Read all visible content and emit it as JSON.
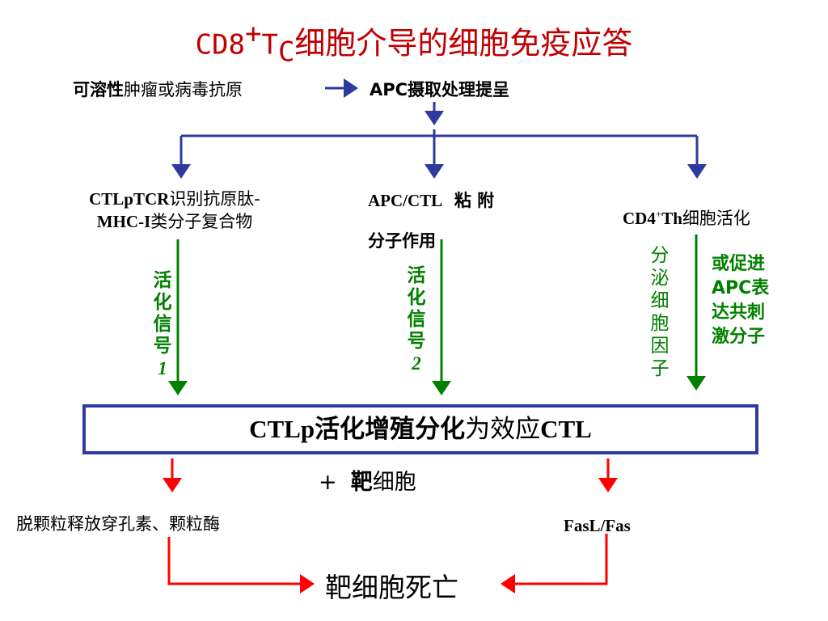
{
  "title": {
    "prefix": "CD8",
    "sup": "+",
    "t": "T",
    "sub": "C",
    "suffix": "细胞介导的细胞免疫应答"
  },
  "antigen": {
    "bold": "可溶性",
    "rest": "肿瘤或病毒抗原"
  },
  "apc_process": "APC摄取处理提呈",
  "branch_left": {
    "line1_latin": "CTLpTCR",
    "line1_cjk": "识别抗原肽-",
    "line2_latin": "MHC-I",
    "line2_cjk": "类分子复合物"
  },
  "branch_mid": {
    "line1": "APC/CTL",
    "line1_cjk": "粘 附",
    "line2": "分子作用"
  },
  "branch_right": {
    "cd4": "CD4",
    "sup": "+",
    "th": "Th",
    "cjk": "细胞活化"
  },
  "signal1": {
    "text": "活化信号",
    "num": "1"
  },
  "signal2": {
    "text": "活化信号",
    "num": "2"
  },
  "cytokine": "分泌细胞因子",
  "costim": {
    "line1": "或促进",
    "line2": "APC表",
    "line3": "达共刺",
    "line4": "激分子"
  },
  "box": {
    "latin1": "CTLp",
    "bold_cjk": "活化增殖分化",
    "cjk": "为效应",
    "latin2": "CTL"
  },
  "target_plus": "+",
  "target_bold": "靶",
  "target_rest": "细胞",
  "degranulation": "脱颗粒释放穿孔素、颗粒酶",
  "fasl": "FasL/Fas",
  "death": "靶细胞死亡",
  "colors": {
    "title": "#c00000",
    "blue_arrow": "#2e3a9e",
    "green_arrow": "#008000",
    "red_arrow": "#ff0000",
    "green_text": "#008000"
  }
}
